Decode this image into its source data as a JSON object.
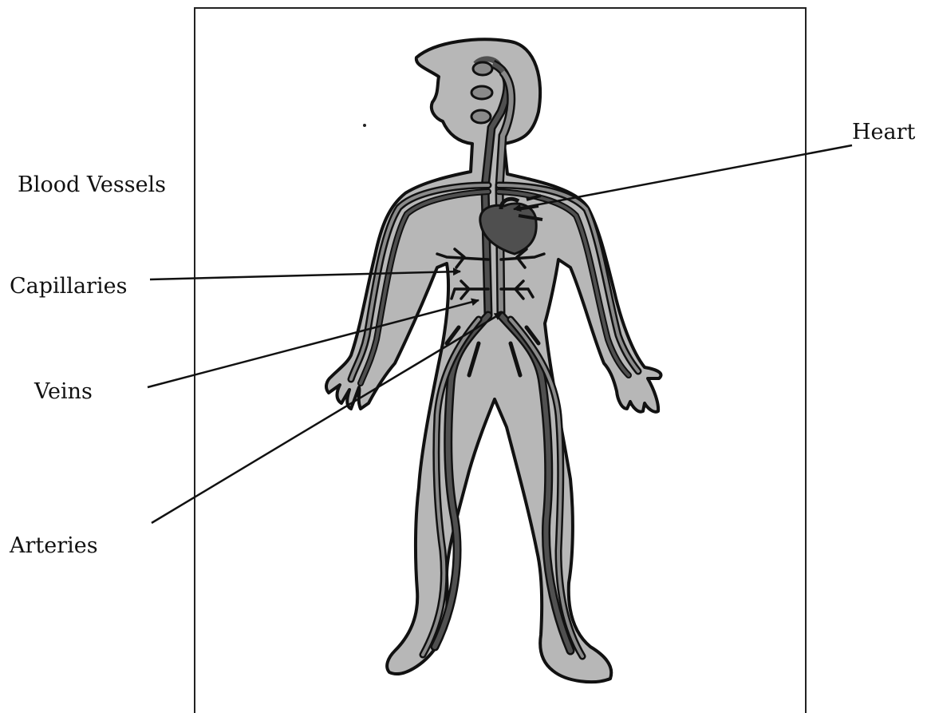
{
  "labels": {
    "blood_vessels": "Blood Vessels",
    "heart": "Heart",
    "capillaries": "Capillaries",
    "veins": "Veins",
    "arteries": "Arteries"
  },
  "colors": {
    "body_fill": "#b7b7b7",
    "outline": "#111111",
    "heart": "#4f4f4f",
    "vessel_dark": "#505050",
    "vessel_light": "#8a8a8a"
  }
}
